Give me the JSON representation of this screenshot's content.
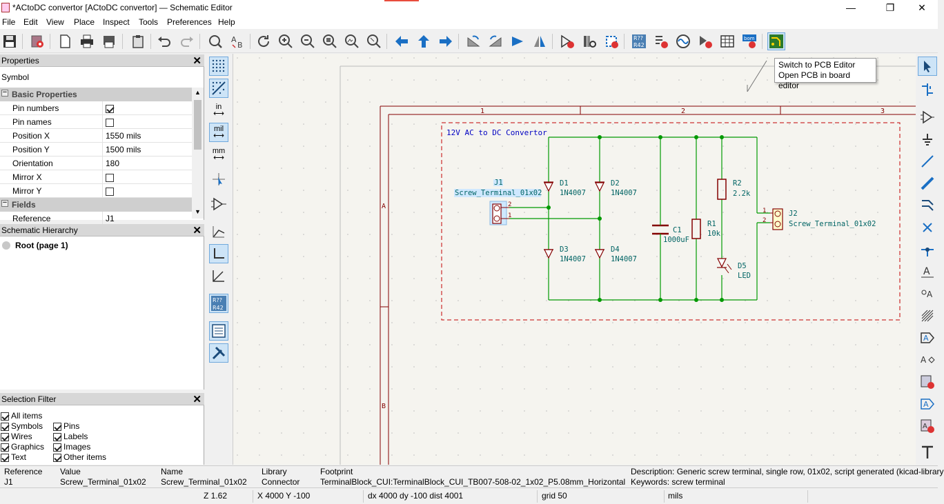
{
  "window": {
    "title": "*ACtoDC convertor [ACtoDC convertor] — Schematic Editor",
    "minimize": "—",
    "maximize": "❐",
    "close": "✕"
  },
  "menu": [
    "File",
    "Edit",
    "View",
    "Place",
    "Inspect",
    "Tools",
    "Preferences",
    "Help"
  ],
  "toolbar": {
    "buttons": [
      "save",
      "schematic-setup",
      "page-settings",
      "print",
      "plot",
      "paste",
      "undo",
      "redo",
      "find",
      "find-replace",
      "refresh",
      "zoom-in",
      "zoom-out",
      "zoom-fit",
      "zoom-objects",
      "zoom-selection",
      "navigate-back",
      "navigate-up",
      "navigate-forward",
      "rotate-ccw",
      "rotate-cw",
      "mirror-horizontal",
      "mirror-vertical",
      "symbol-editor",
      "symbol-library-browser",
      "footprint-assign",
      "annotate",
      "erc",
      "simulator",
      "assign-footprints",
      "bom-table",
      "generate-bom",
      "switch-to-pcb"
    ],
    "annotate_label": "R??\nR42",
    "bom_label": "bom"
  },
  "properties": {
    "header": "Properties",
    "object_type": "Symbol",
    "basic_category": "Basic Properties",
    "fields_category": "Fields",
    "rows": [
      {
        "key": "Pin numbers",
        "type": "check",
        "checked": true
      },
      {
        "key": "Pin names",
        "type": "check",
        "checked": false
      },
      {
        "key": "Position X",
        "value": "1550 mils"
      },
      {
        "key": "Position Y",
        "value": "1500 mils"
      },
      {
        "key": "Orientation",
        "value": "180"
      },
      {
        "key": "Mirror X",
        "type": "check",
        "checked": false
      },
      {
        "key": "Mirror Y",
        "type": "check",
        "checked": false
      }
    ],
    "cut_row": {
      "key": "Reference",
      "value": "J1"
    }
  },
  "hierarchy": {
    "header": "Schematic Hierarchy",
    "root": "Root (page 1)"
  },
  "selection_filter": {
    "header": "Selection Filter",
    "items": [
      {
        "label": "All items",
        "checked": true
      },
      {
        "label": "Symbols",
        "checked": true
      },
      {
        "label": "Pins",
        "checked": true
      },
      {
        "label": "Wires",
        "checked": true
      },
      {
        "label": "Labels",
        "checked": true
      },
      {
        "label": "Graphics",
        "checked": true
      },
      {
        "label": "Images",
        "checked": true
      },
      {
        "label": "Text",
        "checked": true
      },
      {
        "label": "Other items",
        "checked": true
      }
    ]
  },
  "left_toolbar": {
    "units_in": "in",
    "units_mil": "mil",
    "units_mm": "mm",
    "annotate_label": "R??\nR42"
  },
  "schematic": {
    "border_columns": [
      "1",
      "2",
      "3"
    ],
    "border_rows": [
      "A",
      "B"
    ],
    "group_title": "12V AC to DC Convertor",
    "components": [
      {
        "ref": "J1",
        "value": "Screw_Terminal_01x02"
      },
      {
        "ref": "D1",
        "value": "1N4007"
      },
      {
        "ref": "D2",
        "value": "1N4007"
      },
      {
        "ref": "D3",
        "value": "1N4007"
      },
      {
        "ref": "D4",
        "value": "1N4007"
      },
      {
        "ref": "C1",
        "value": "1000uF"
      },
      {
        "ref": "R1",
        "value": "10k"
      },
      {
        "ref": "R2",
        "value": "2.2k"
      },
      {
        "ref": "D5",
        "value": "LED"
      },
      {
        "ref": "J2",
        "value": "Screw_Terminal_01x02"
      }
    ],
    "pin_numbers": [
      "1",
      "2"
    ],
    "colors": {
      "wire": "#009900",
      "component": "#840000",
      "border": "#840000",
      "text": "#006464",
      "title": "#0000c2",
      "background": "#f5f4ef",
      "selection": "#cfe8ff"
    }
  },
  "tooltip": {
    "line1": "Switch to PCB Editor",
    "line2": "Open PCB in board editor"
  },
  "message_panel": {
    "columns": [
      {
        "label": "Reference",
        "value": "J1"
      },
      {
        "label": "Value",
        "value": "Screw_Terminal_01x02"
      },
      {
        "label": "Name",
        "value": "Screw_Terminal_01x02"
      },
      {
        "label": "Library",
        "value": "Connector"
      },
      {
        "label": "Footprint",
        "value": "TerminalBlock_CUI:TerminalBlock_CUI_TB007-508-02_1x02_P5.08mm_Horizontal"
      }
    ],
    "description": "Description: Generic screw terminal, single row, 01x02, script generated (kicad-library",
    "keywords": "Keywords: screw terminal"
  },
  "status": {
    "zoom": "Z 1.62",
    "cursor": "X 4000  Y -100",
    "delta": "dx 4000  dy -100  dist 4001",
    "grid": "grid 50",
    "units": "mils"
  }
}
